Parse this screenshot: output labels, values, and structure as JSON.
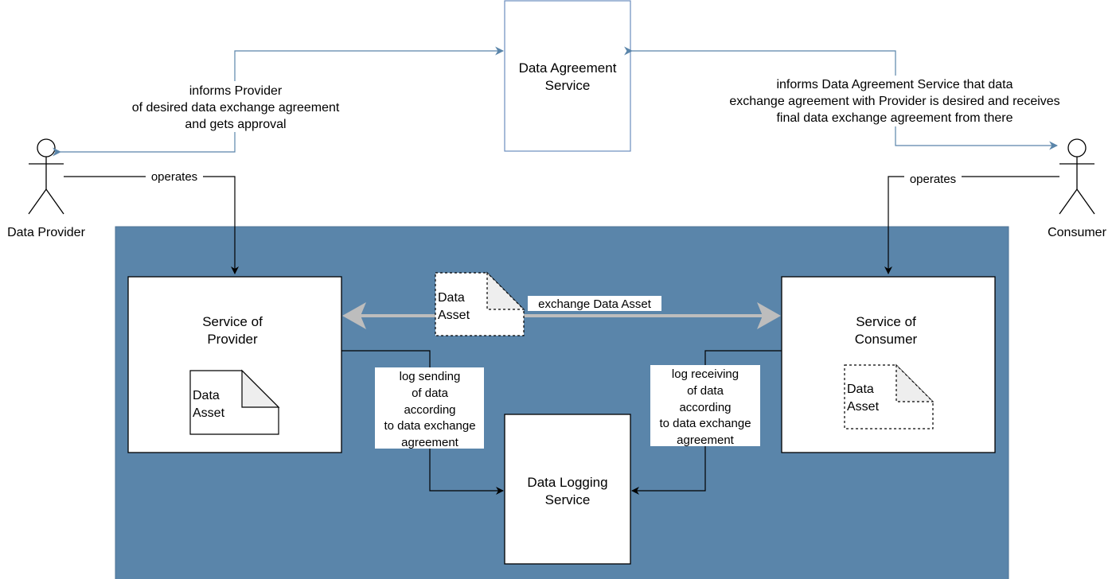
{
  "actors": {
    "provider": {
      "name": "Data Provider"
    },
    "consumer": {
      "name": "Consumer"
    }
  },
  "services": {
    "agreement": {
      "line1": "Data Agreement",
      "line2": "Service"
    },
    "provider": {
      "line1": "Service of",
      "line2": "Provider"
    },
    "consumer": {
      "line1": "Service of",
      "line2": "Consumer"
    },
    "logging": {
      "line1": "Data Logging",
      "line2": "Service"
    }
  },
  "documents": {
    "provider_asset": {
      "line1": "Data",
      "line2": "Asset"
    },
    "consumer_asset": {
      "line1": "Data",
      "line2": "Asset"
    },
    "exchanged_asset": {
      "line1": "Data",
      "line2": "Asset"
    }
  },
  "edges": {
    "provider_agreement": {
      "lines": [
        "informs Provider",
        "of desired data exchange agreement",
        "and gets approval"
      ]
    },
    "consumer_agreement": {
      "lines": [
        "informs Data Agreement Service that data",
        "exchange agreement with Provider is desired and receives",
        "final data exchange agreement from there"
      ]
    },
    "provider_operates": {
      "label": "operates"
    },
    "consumer_operates": {
      "label": "operates"
    },
    "exchange": {
      "label": "exchange Data Asset"
    },
    "provider_log": {
      "lines": [
        "log sending",
        "of data",
        "according",
        "to data exchange",
        "agreement"
      ]
    },
    "consumer_log": {
      "lines": [
        "log receiving",
        "of data",
        "according",
        "to data exchange",
        "agreement"
      ]
    }
  },
  "colors": {
    "container_fill": "#5a85aa",
    "container_stroke": "#4e7396",
    "agreement_stroke": "#6c8ebf",
    "agreement_edge": "#5a85aa",
    "exchange_edge": "#bdbdbd",
    "doc_fold": "#eeeeee"
  }
}
